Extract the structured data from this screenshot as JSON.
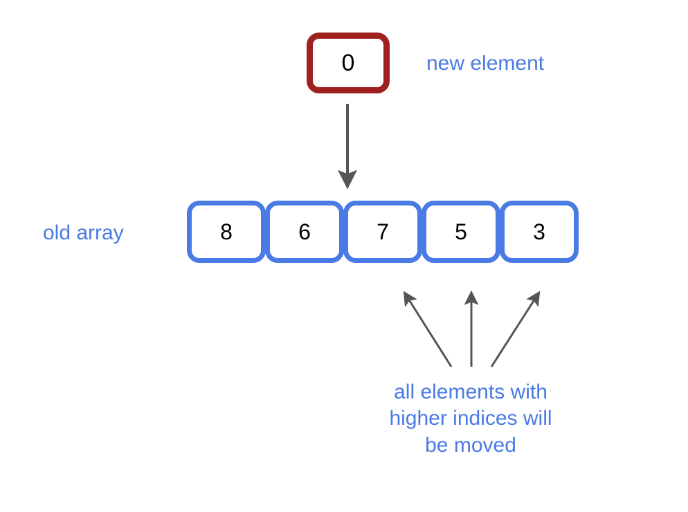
{
  "diagram": {
    "title": "array insertion diagram",
    "background_color": "#ffffff",
    "accent_blue": "#4a7ae4",
    "accent_red": "#9e2120",
    "arrow_color": "#555555",
    "value_color": "#000000"
  },
  "new_element": {
    "value": "0",
    "label": "new element"
  },
  "old_array": {
    "label": "old array",
    "cells": [
      {
        "value": "8"
      },
      {
        "value": "6"
      },
      {
        "value": "7"
      },
      {
        "value": "5"
      },
      {
        "value": "3"
      }
    ]
  },
  "caption": {
    "line1": "all elements with",
    "line2": "higher indices will",
    "line3": "be moved",
    "text": "all elements with higher indices will be moved"
  },
  "arrows": {
    "insert_arrow_label": "insertion-arrow",
    "shift_arrow_labels": [
      "shift-arrow-to-cell-3",
      "shift-arrow-to-cell-4",
      "shift-arrow-to-cell-5"
    ]
  }
}
